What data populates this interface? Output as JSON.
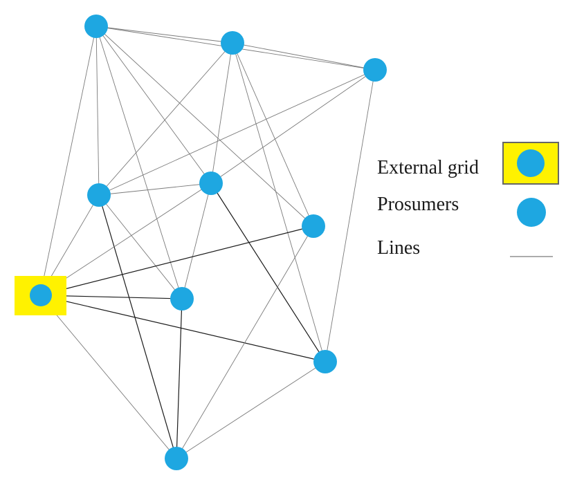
{
  "colors": {
    "node_fill": "#1ea7e1",
    "grid_box_fill": "#fff200",
    "legend_box_border": "#666666",
    "edge_light": "#7a7a7a",
    "edge_dark": "#1a1a1a"
  },
  "legend": {
    "external_grid": "External grid",
    "prosumers": "Prosumers",
    "lines": "Lines"
  },
  "nodes": [
    {
      "id": "n1",
      "type": "prosumer"
    },
    {
      "id": "n2",
      "type": "prosumer"
    },
    {
      "id": "n3",
      "type": "prosumer"
    },
    {
      "id": "n4",
      "type": "prosumer"
    },
    {
      "id": "n5",
      "type": "prosumer"
    },
    {
      "id": "n6",
      "type": "prosumer"
    },
    {
      "id": "grid",
      "type": "external-grid"
    },
    {
      "id": "n7",
      "type": "prosumer"
    },
    {
      "id": "n8",
      "type": "prosumer"
    },
    {
      "id": "n9",
      "type": "prosumer"
    }
  ],
  "edges": [
    {
      "from": "n1",
      "to": "n2",
      "strength": "light"
    },
    {
      "from": "n1",
      "to": "n3",
      "strength": "light"
    },
    {
      "from": "n1",
      "to": "n4",
      "strength": "light"
    },
    {
      "from": "n1",
      "to": "n5",
      "strength": "light"
    },
    {
      "from": "n1",
      "to": "n6",
      "strength": "light"
    },
    {
      "from": "n1",
      "to": "n7",
      "strength": "light"
    },
    {
      "from": "n1",
      "to": "grid",
      "strength": "light"
    },
    {
      "from": "n2",
      "to": "n3",
      "strength": "light"
    },
    {
      "from": "n2",
      "to": "n4",
      "strength": "light"
    },
    {
      "from": "n2",
      "to": "n5",
      "strength": "light"
    },
    {
      "from": "n2",
      "to": "n6",
      "strength": "light"
    },
    {
      "from": "n2",
      "to": "n8",
      "strength": "light"
    },
    {
      "from": "n3",
      "to": "n4",
      "strength": "light"
    },
    {
      "from": "n3",
      "to": "n5",
      "strength": "light"
    },
    {
      "from": "n3",
      "to": "n8",
      "strength": "light"
    },
    {
      "from": "n4",
      "to": "n5",
      "strength": "light"
    },
    {
      "from": "n4",
      "to": "grid",
      "strength": "light"
    },
    {
      "from": "n4",
      "to": "n7",
      "strength": "light"
    },
    {
      "from": "n4",
      "to": "n9",
      "strength": "dark"
    },
    {
      "from": "n5",
      "to": "n7",
      "strength": "light"
    },
    {
      "from": "n5",
      "to": "n8",
      "strength": "dark"
    },
    {
      "from": "grid",
      "to": "n5",
      "strength": "light"
    },
    {
      "from": "grid",
      "to": "n6",
      "strength": "dark"
    },
    {
      "from": "grid",
      "to": "n7",
      "strength": "dark"
    },
    {
      "from": "grid",
      "to": "n8",
      "strength": "dark"
    },
    {
      "from": "grid",
      "to": "n9",
      "strength": "light"
    },
    {
      "from": "n6",
      "to": "n9",
      "strength": "light"
    },
    {
      "from": "n7",
      "to": "n9",
      "strength": "dark"
    },
    {
      "from": "n8",
      "to": "n9",
      "strength": "light"
    }
  ]
}
